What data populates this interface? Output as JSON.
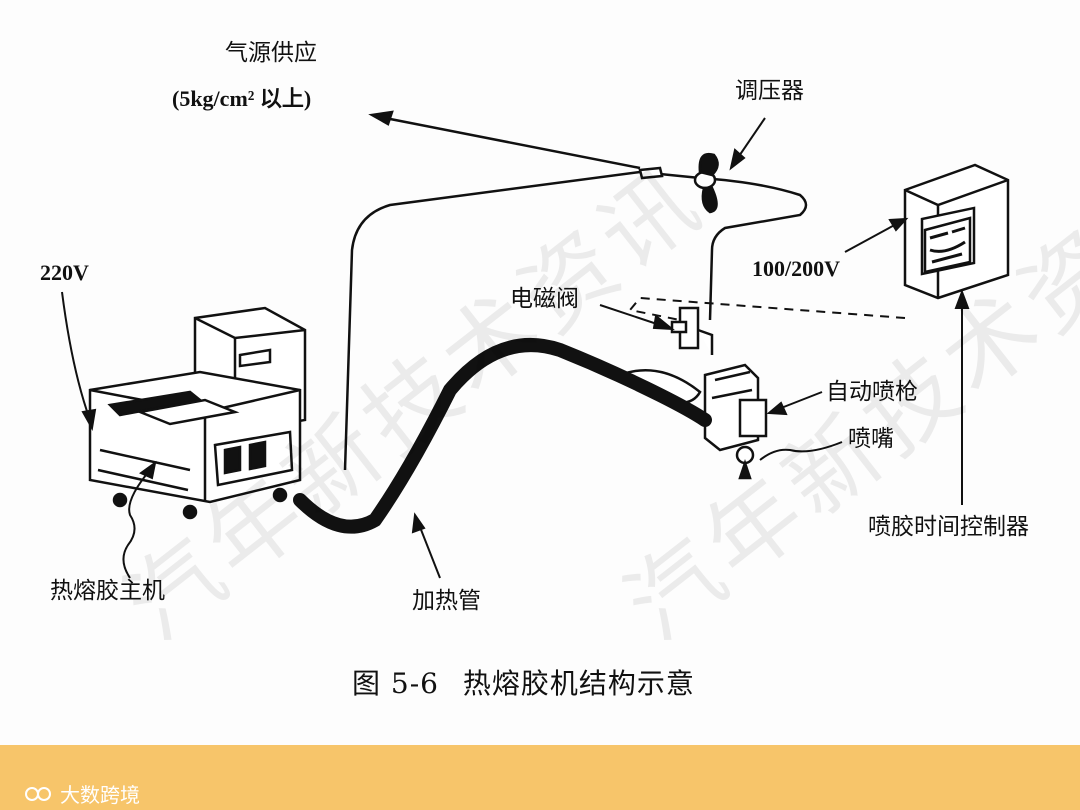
{
  "labels": {
    "air_supply": "气源供应",
    "air_pressure": "(5kg/cm² 以上)",
    "regulator": "调压器",
    "voltage_220": "220V",
    "voltage_100_200": "100/200V",
    "solenoid_valve": "电磁阀",
    "auto_spray_gun": "自动喷枪",
    "nozzle": "喷嘴",
    "timer_controller": "喷胶时间控制器",
    "main_unit": "热熔胶主机",
    "heated_hose": "加热管"
  },
  "caption": {
    "figure_number": "图 5-6",
    "title": "热熔胶机结构示意"
  },
  "watermark": {
    "text": "汽年新技术资讯"
  },
  "footer": {
    "brand": "大数跨境",
    "color": "#f7c56a"
  }
}
